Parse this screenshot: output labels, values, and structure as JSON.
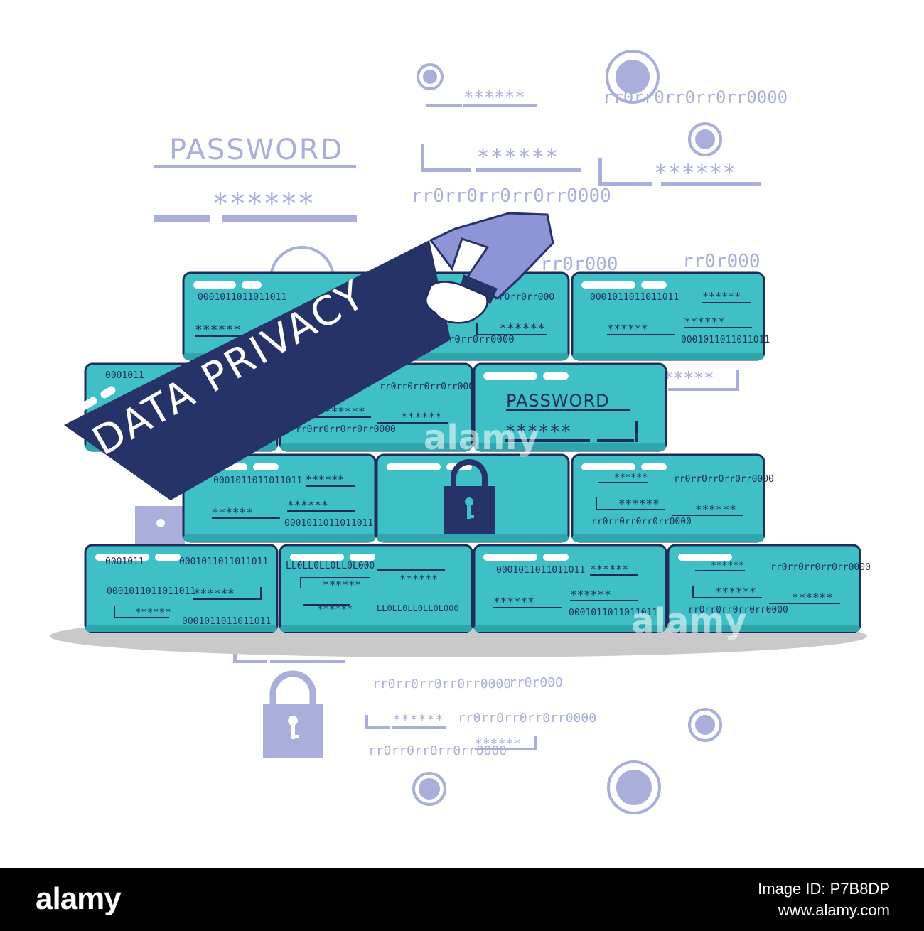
{
  "banner": {
    "text": "DATA PRIVACY"
  },
  "background": {
    "password_heading": "PASSWORD",
    "mask": "******",
    "code_a": "rr0rr0rr0rr0rr0000",
    "code_b": "rr0r000",
    "code_c": "rr0r000"
  },
  "bricks": {
    "binary_long": "0001011011011011",
    "binary_short": "0001011",
    "code": "rr0rr0rr0rr0rr0000",
    "code_short": "rr0rr0rr000",
    "mask": "******",
    "password_heading": "PASSWORD",
    "binary_alt": "LL0LL0LL0LL0L000"
  },
  "watermark": {
    "text": "alamy"
  },
  "footer": {
    "logo": "alamy",
    "image_id": "Image ID: P7B8DP",
    "url": "www.alamy.com"
  },
  "colors": {
    "brick": "#3fc0c7",
    "brick_outline": "#1f2c5a",
    "banner": "#263368",
    "decor": "#a9aedb",
    "sleeve": "#8e95d6"
  }
}
